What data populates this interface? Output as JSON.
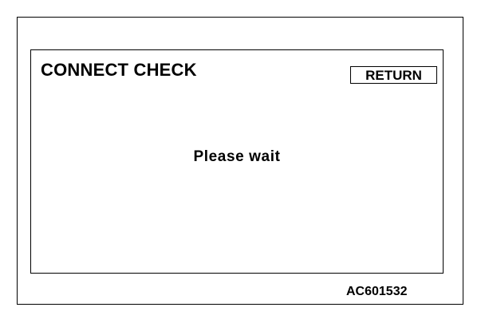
{
  "screen": {
    "title": "CONNECT CHECK",
    "return_label": "RETURN",
    "message": "Please wait"
  },
  "figure": {
    "code": "AC601532"
  }
}
